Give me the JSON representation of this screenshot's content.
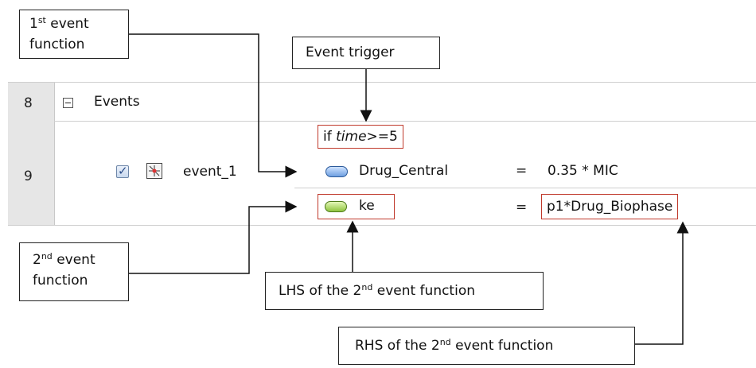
{
  "table": {
    "rows": [
      {
        "num": "8",
        "label": "Events"
      },
      {
        "num": "9",
        "label": "event_1"
      }
    ],
    "trigger": {
      "prefix": "if ",
      "var": "time",
      "suffix": ">=5"
    },
    "functions": [
      {
        "lhs": "Drug_Central",
        "eq": "=",
        "rhs": "0.35 * MIC"
      },
      {
        "lhs": "ke",
        "eq": "=",
        "rhs": "p1*Drug_Biophase"
      }
    ]
  },
  "callouts": {
    "first_event": {
      "sup": "st",
      "num": "1",
      "line1_rest": "event",
      "line2": "function"
    },
    "event_trigger": "Event trigger",
    "second_event": {
      "num": "2",
      "sup": "nd",
      "line1_rest": "event",
      "line2": "function"
    },
    "lhs": {
      "pre": "LHS of the 2",
      "sup": "nd",
      "post": "event  function"
    },
    "rhs": {
      "pre": "RHS of the 2",
      "sup": "nd",
      "post": "event  function"
    }
  },
  "icons": [
    "collapse-icon",
    "checkbox-icon",
    "event-icon",
    "species-pill-icon",
    "parameter-pill-icon"
  ],
  "colors": {
    "highlight_box": "#c0392b",
    "row_header": "#e6e6e6"
  }
}
